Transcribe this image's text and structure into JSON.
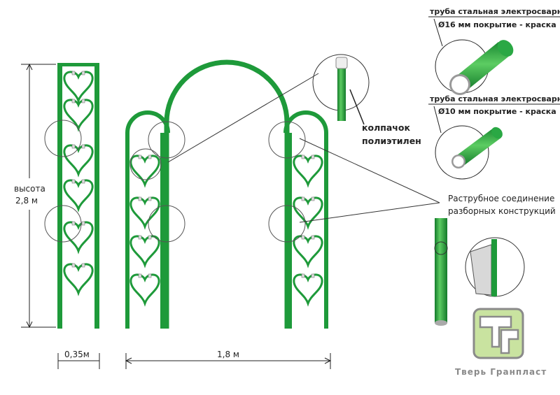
{
  "dimensions": {
    "height_label_line1": "высота",
    "height_label_line2": "2,8 м",
    "panel_width": "0,35м",
    "arch_width": "1,8 м"
  },
  "callouts": {
    "cap_line1": "колпачок",
    "cap_line2": "полиэтилен",
    "joint_line1": "Раструбное соединение",
    "joint_line2": "разборных конструкций",
    "tube16_line1": "труба стальная электросварная",
    "tube16_line2": "Ø16 мм покрытие - краска",
    "tube10_line1": "труба стальная электросварная",
    "tube10_line2": "Ø10 мм покрытие - краска"
  },
  "logo": {
    "name": "Тверь Гранпласт",
    "letters": "ТГ"
  },
  "colors": {
    "green": "#1e9a3a",
    "light_green": "#c9e3a0",
    "gray": "#9a9a9a"
  }
}
